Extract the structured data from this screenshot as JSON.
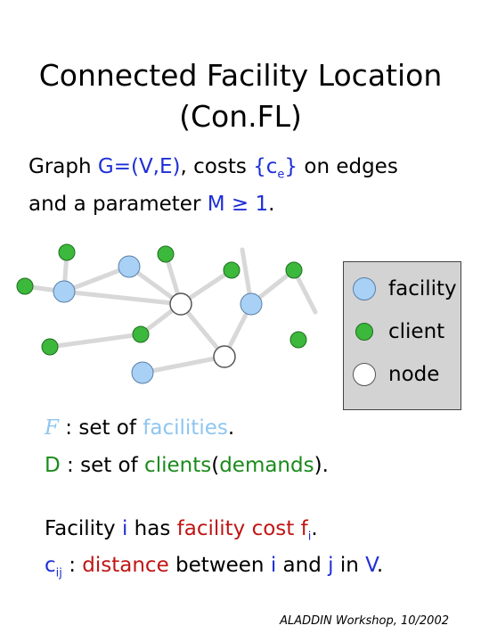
{
  "title": {
    "line1": "Connected Facility Location",
    "line2": "(Con.FL)"
  },
  "intro": {
    "graph_prefix": "Graph ",
    "graph_expr": "G=(V,E)",
    "costs_prefix": ", costs ",
    "costs_expr_open": "{c",
    "costs_sub": "e",
    "costs_expr_close": "}",
    "costs_suffix": " on edges",
    "param_prefix": "and a parameter ",
    "param_expr": "M ≥ 1",
    "param_suffix": "."
  },
  "legend": {
    "facility": "facility",
    "client": "client",
    "node": "node"
  },
  "defs": {
    "F_symbol": "F",
    "F_text": " : set of ",
    "F_word": "facilities",
    "F_end": ".",
    "D_symbol": "D",
    "D_text": " : set of ",
    "D_word1": "clients",
    "D_paren_open": "(",
    "D_word2": "demands",
    "D_paren_close": ")."
  },
  "cost": {
    "line1_prefix": "Facility ",
    "line1_i": "i",
    "line1_mid": " has ",
    "line1_red": "facility cost",
    "line1_f": " f",
    "line1_fsub": "i",
    "line1_end": ".",
    "line2_c": "c",
    "line2_csub": "ij",
    "line2_colon": " : ",
    "line2_red": "distance",
    "line2_between": " between ",
    "line2_i": "i",
    "line2_and": " and ",
    "line2_j": "j",
    "line2_in": " in ",
    "line2_V": "V",
    "line2_end": "."
  },
  "footer": "ALADDIN Workshop, 10/2002",
  "colors": {
    "blue_text": "#1f2fd6",
    "lightblue_text": "#8ec6f0",
    "green_text": "#1b8a1b",
    "red_text": "#c01515",
    "facility_fill": "#a8d1f5",
    "client_fill": "#3cb83c",
    "node_fill": "#ffffff",
    "edge": "#d8d8d8",
    "legend_bg": "#d3d3d3"
  }
}
